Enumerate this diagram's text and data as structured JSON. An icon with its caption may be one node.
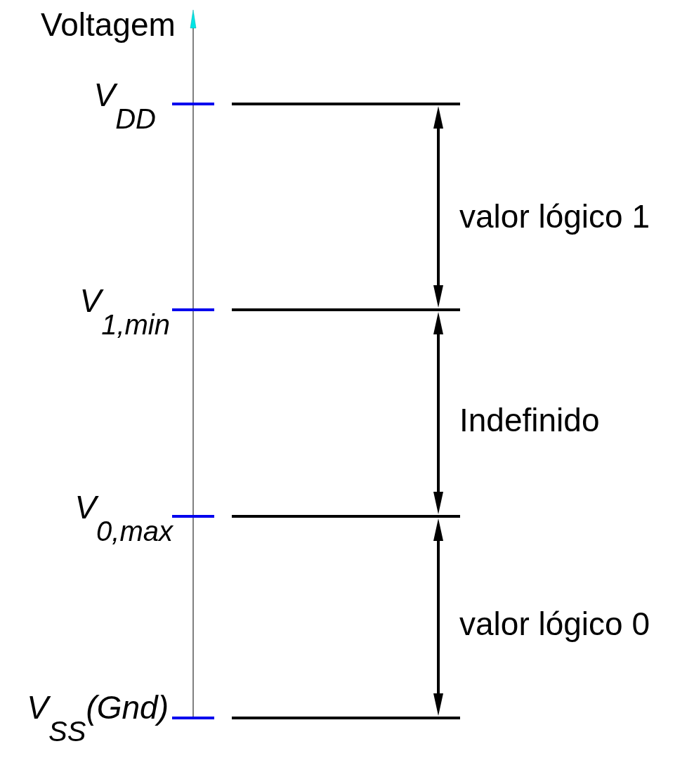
{
  "diagram": {
    "labels": [
      "Voltagem",
      "V$_{DD}$",
      "V$_{1,min}$",
      "V$_{0,max}$",
      "V$_{SS}$(Gnd)",
      "valor lógico 1",
      "Indefinido",
      "valor lógico 0"
    ]
  }
}
